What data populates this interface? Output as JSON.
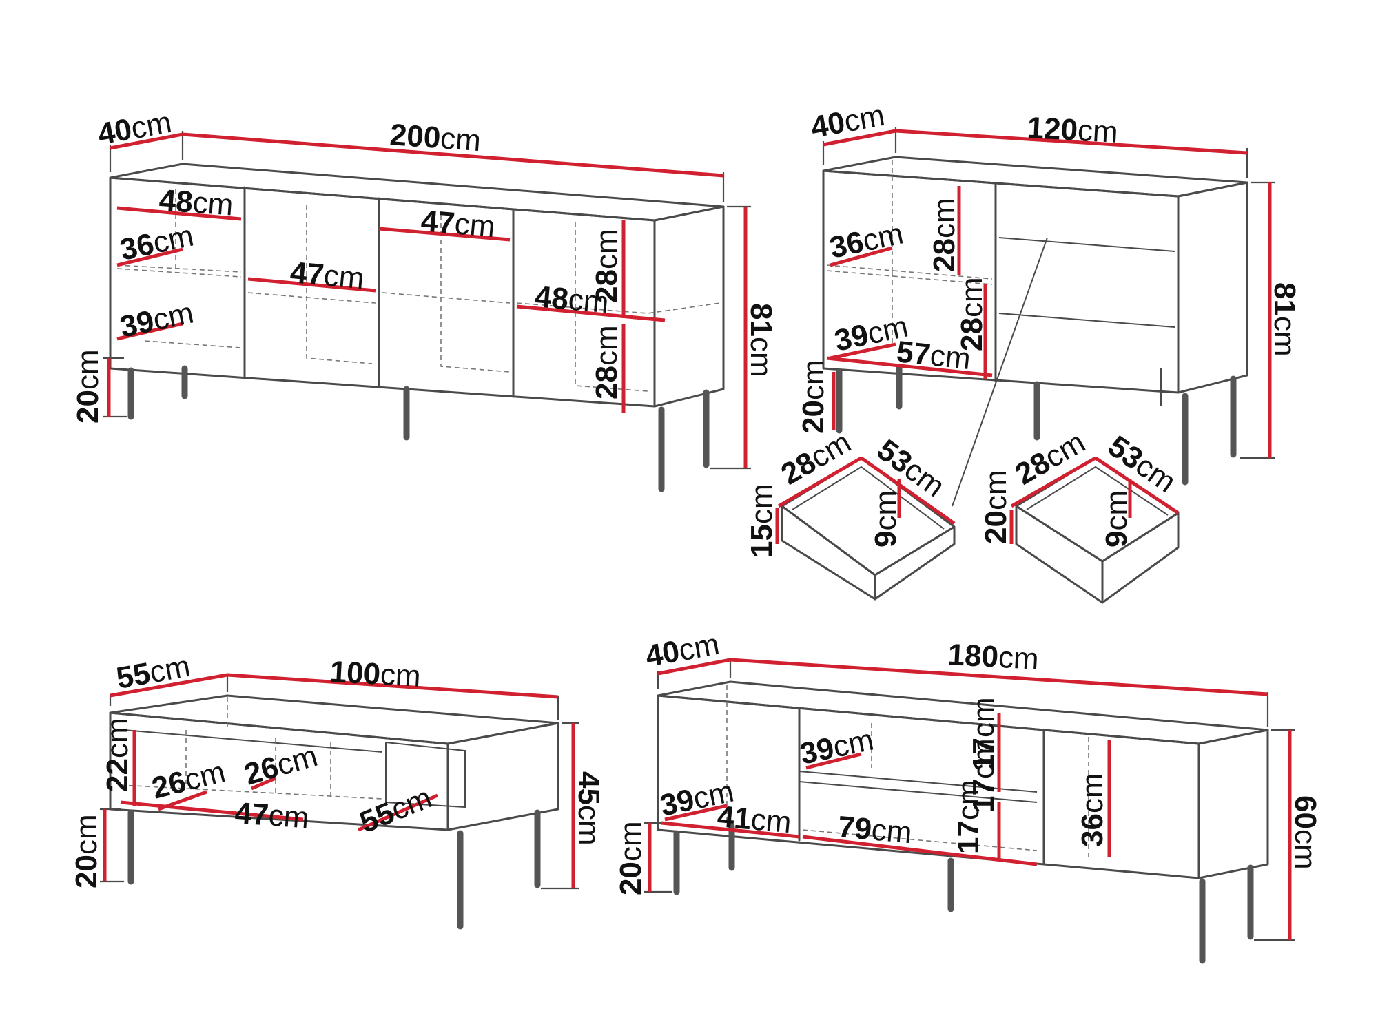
{
  "diagrams": {
    "sideboard_200": {
      "width": "200",
      "depth": "40",
      "height": "81",
      "legs": "20",
      "shelf_top_left": "48",
      "depth_top_left": "36",
      "depth_bottom_left": "39",
      "shelf_mid_left": "47",
      "shelf_mid_right": "47",
      "shelf_right": "48",
      "height_upper_right": "28",
      "height_lower_right": "28"
    },
    "chest_120": {
      "width": "120",
      "depth": "40",
      "height": "81",
      "legs": "20",
      "depth_top": "36",
      "height_upper": "28",
      "height_lower": "28",
      "depth_bottom": "39",
      "width_bottom": "57",
      "drawer_upper": {
        "depth": "28",
        "width": "53",
        "height": "15",
        "inner": "9"
      },
      "drawer_lower": {
        "depth": "28",
        "width": "53",
        "height": "20",
        "inner": "9"
      }
    },
    "coffee_table_100": {
      "width": "100",
      "depth": "55",
      "height": "45",
      "legs": "20",
      "shelf_height": "22",
      "inner_a": "26",
      "inner_b": "26",
      "inner_width": "47",
      "drawer_depth": "55"
    },
    "tv_stand_180": {
      "width": "180",
      "depth": "40",
      "height": "60",
      "legs": "20",
      "depth_top": "39",
      "depth_left": "39",
      "width_left": "41",
      "width_mid": "79",
      "height_upper": "17",
      "height_mid": "17",
      "height_lower": "17",
      "height_right": "36"
    }
  },
  "unit": "cm",
  "colors": {
    "dimension": "#d1202f",
    "outline": "#4a4a4a",
    "background": "#ffffff"
  }
}
